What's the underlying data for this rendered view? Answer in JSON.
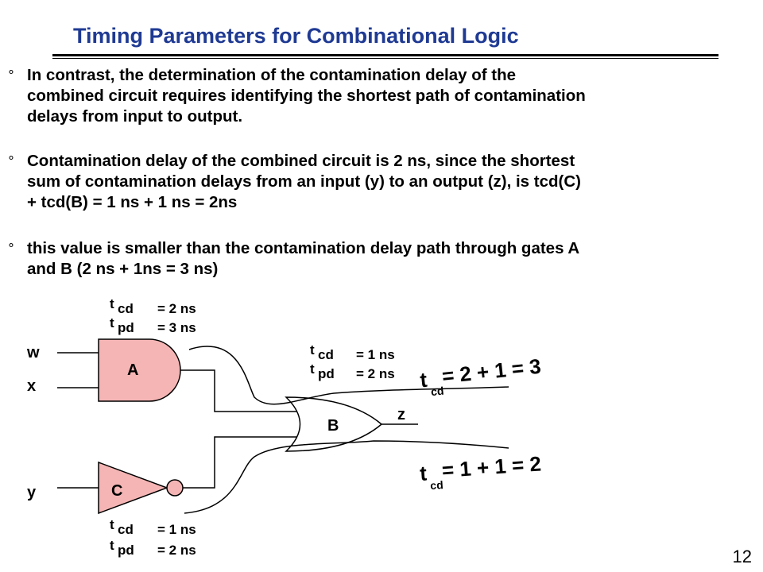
{
  "slide": {
    "title": "Timing Parameters for Combinational Logic",
    "bullet_marker": "°",
    "bullets": [
      {
        "lines": [
          "In contrast, the determination of the contamination delay of the",
          "combined circuit requires identifying the shortest path of contamination",
          "delays from input to output."
        ]
      },
      {
        "lines": [
          "Contamination delay of the combined circuit is 2 ns, since the shortest",
          "sum of contamination delays from an input (y) to an output (z), is tcd(C)",
          "+ tcd(B) = 1 ns + 1 ns = 2ns"
        ]
      },
      {
        "lines": [
          "this value is smaller than the contamination delay path through gates A",
          "and B (2 ns + 1ns = 3 ns)"
        ]
      }
    ],
    "page_number": "12"
  },
  "diagram": {
    "inputs": {
      "w": "w",
      "x": "x",
      "y": "y"
    },
    "output": "z",
    "gates": {
      "A": {
        "label": "A",
        "tcd": "= 2 ns",
        "tpd": "= 3 ns"
      },
      "B": {
        "label": "B",
        "tcd": "= 1 ns",
        "tpd": "= 2 ns"
      },
      "C": {
        "label": "C",
        "tcd": "= 1 ns",
        "tpd": "= 2 ns"
      }
    },
    "param_symbol": "t",
    "cd_sub": "cd",
    "pd_sub": "pd",
    "handwritten": {
      "top_eq": "= 2 + 1 = 3",
      "bottom_eq": "= 1 + 1 = 2",
      "sub": "cd",
      "t": "t"
    },
    "colors": {
      "gate_fill": "#f5b5b5",
      "title": "#1f3a93"
    }
  }
}
